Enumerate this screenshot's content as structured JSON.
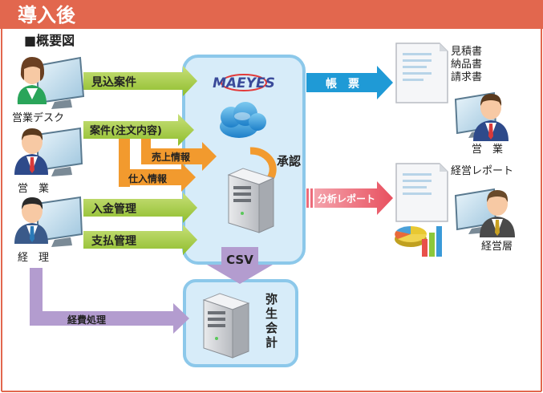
{
  "header": {
    "title": "導入後",
    "subtitle": "■概要図"
  },
  "roles": {
    "sales_desk": "営業デスク",
    "sales": "営　業",
    "accounting": "経　理",
    "sales_right": "営　業",
    "management": "経営層"
  },
  "flows": {
    "prospects": "見込案件",
    "cases": "案件(注文内容)",
    "sales_info": "売上情報",
    "purchase_info": "仕入情報",
    "payment_received": "入金管理",
    "payment_made": "支払管理",
    "expenses": "経費処理",
    "csv": "CSV",
    "approval": "承認",
    "forms": "帳　票",
    "analysis_report": "分析レポート"
  },
  "logo_text": "MAEYES",
  "documents": {
    "forms_doc": [
      "見積書",
      "納品書",
      "請求書"
    ],
    "report_doc": "経営レポート"
  },
  "accounting_system": [
    "弥",
    "生",
    "会",
    "計"
  ],
  "colors": {
    "header": "#e2674e",
    "green": "#9cc63a",
    "orange": "#f29a2e",
    "purple": "#b39ccf",
    "blue": "#1f9ad6",
    "pink": "#ec6b7a",
    "panel_border": "#8cc8ea",
    "panel_fill": "#d7ecf9"
  }
}
